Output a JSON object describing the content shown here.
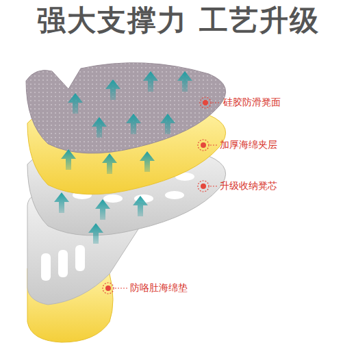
{
  "diagram": {
    "title": "强大支撑力 工艺升级",
    "labels": [
      "硅胶防滑凳面",
      "加厚海绵夹层",
      "升级收纳凳芯",
      "防咯肚海绵垫"
    ]
  }
}
